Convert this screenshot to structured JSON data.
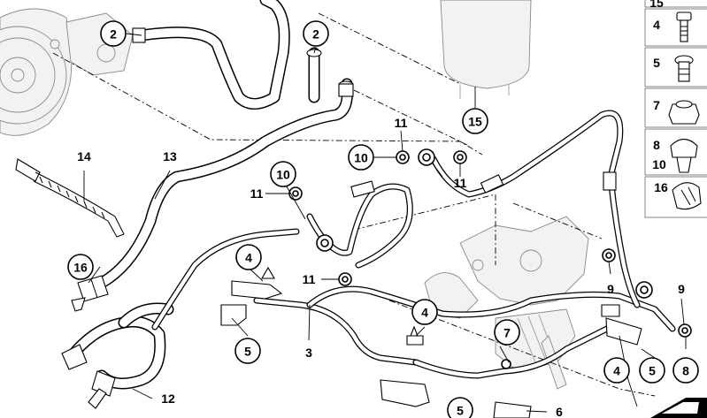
{
  "callouts": [
    {
      "id": "c2a",
      "label": "2"
    },
    {
      "id": "c2b",
      "label": "2"
    },
    {
      "id": "c15",
      "label": "15"
    },
    {
      "id": "c10a",
      "label": "10"
    },
    {
      "id": "c10b",
      "label": "10"
    },
    {
      "id": "c16",
      "label": "16"
    },
    {
      "id": "c4a",
      "label": "4"
    },
    {
      "id": "c5a",
      "label": "5"
    },
    {
      "id": "c4b",
      "label": "4"
    },
    {
      "id": "c7",
      "label": "7"
    },
    {
      "id": "c4c",
      "label": "4"
    },
    {
      "id": "c5b",
      "label": "5"
    },
    {
      "id": "c8",
      "label": "8"
    },
    {
      "id": "c5c",
      "label": "5"
    }
  ],
  "labels": [
    {
      "id": "l11a",
      "label": "11"
    },
    {
      "id": "l11b",
      "label": "11"
    },
    {
      "id": "l11c",
      "label": "11"
    },
    {
      "id": "l11d",
      "label": "11"
    },
    {
      "id": "l14",
      "label": "14"
    },
    {
      "id": "l13",
      "label": "13"
    },
    {
      "id": "l3",
      "label": "3"
    },
    {
      "id": "l12",
      "label": "12"
    },
    {
      "id": "l9a",
      "label": "9"
    },
    {
      "id": "l9b",
      "label": "9"
    },
    {
      "id": "l6",
      "label": "6"
    }
  ],
  "legend": [
    {
      "label": "15"
    },
    {
      "label": "4"
    },
    {
      "label": "5"
    },
    {
      "label": "7"
    },
    {
      "label": "8"
    },
    {
      "label": "10"
    },
    {
      "label": "16"
    }
  ]
}
